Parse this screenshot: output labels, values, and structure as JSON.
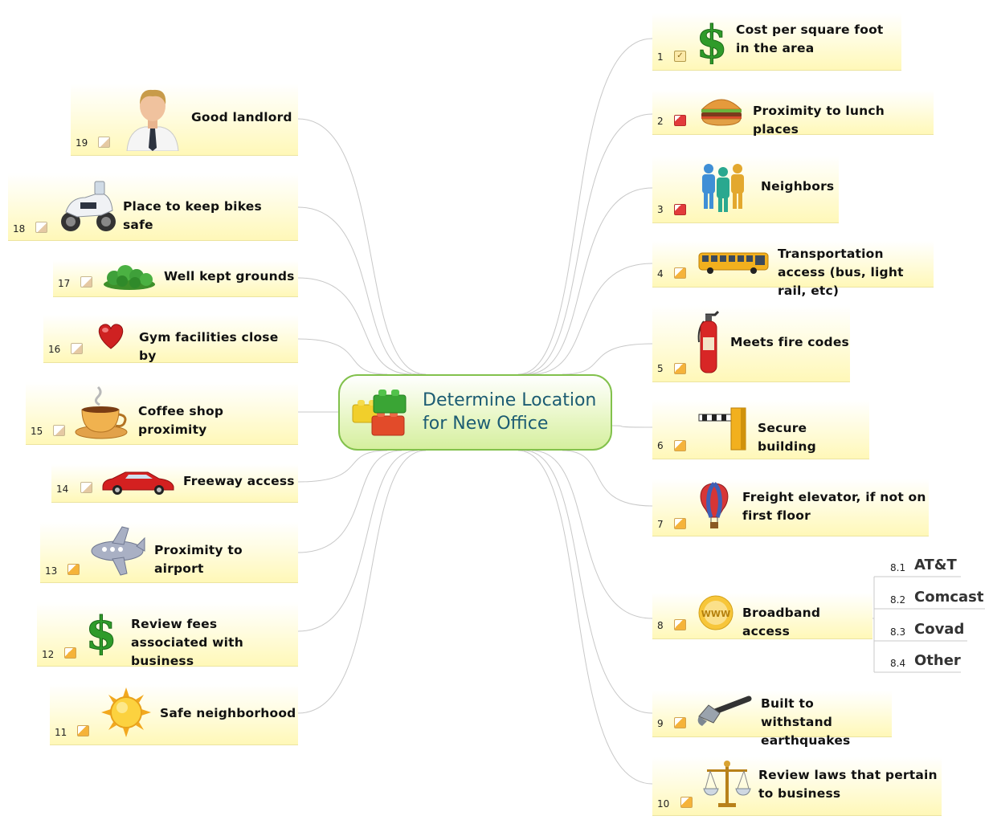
{
  "central": {
    "title": "Determine Location for New Office",
    "icon": "lego-bricks-icon"
  },
  "right_topics": [
    {
      "num": "1",
      "label": "Cost per square foot in the area",
      "icon": "dollar-icon",
      "priority": "check"
    },
    {
      "num": "2",
      "label": "Proximity to lunch places",
      "icon": "hamburger-icon",
      "priority": "red"
    },
    {
      "num": "3",
      "label": "Neighbors",
      "icon": "people-group-icon",
      "priority": "red"
    },
    {
      "num": "4",
      "label": "Transportation access (bus, light rail, etc)",
      "icon": "bus-icon",
      "priority": "orange"
    },
    {
      "num": "5",
      "label": "Meets fire codes",
      "icon": "fire-extinguisher-icon",
      "priority": "orange"
    },
    {
      "num": "6",
      "label": "Secure building",
      "icon": "barrier-gate-icon",
      "priority": "orange"
    },
    {
      "num": "7",
      "label": "Freight elevator, if not on first floor",
      "icon": "hot-air-balloon-icon",
      "priority": "orange"
    },
    {
      "num": "8",
      "label": "Broadband access",
      "icon": "www-globe-icon",
      "priority": "orange"
    },
    {
      "num": "9",
      "label": "Built to withstand earthquakes",
      "icon": "hammer-icon",
      "priority": "orange"
    },
    {
      "num": "10",
      "label": "Review laws that pertain to business",
      "icon": "scales-icon",
      "priority": "orange"
    }
  ],
  "left_topics": [
    {
      "num": "19",
      "label": "Good landlord",
      "icon": "businessman-icon",
      "priority": "light"
    },
    {
      "num": "18",
      "label": "Place to keep bikes safe",
      "icon": "motorcycle-icon",
      "priority": "light"
    },
    {
      "num": "17",
      "label": "Well kept grounds",
      "icon": "shrubs-icon",
      "priority": "light"
    },
    {
      "num": "16",
      "label": "Gym facilities close by",
      "icon": "heart-icon",
      "priority": "light"
    },
    {
      "num": "15",
      "label": "Coffee shop proximity",
      "icon": "coffee-cup-icon",
      "priority": "light"
    },
    {
      "num": "14",
      "label": "Freeway access",
      "icon": "car-icon",
      "priority": "light"
    },
    {
      "num": "13",
      "label": "Proximity to airport",
      "icon": "airplane-icon",
      "priority": "orange"
    },
    {
      "num": "12",
      "label": "Review fees associated with business",
      "icon": "dollar-icon",
      "priority": "orange"
    },
    {
      "num": "11",
      "label": "Safe neighborhood",
      "icon": "sun-icon",
      "priority": "orange"
    }
  ],
  "broadband_subtopics": [
    {
      "num": "8.1",
      "label": "AT&T"
    },
    {
      "num": "8.2",
      "label": "Comcast"
    },
    {
      "num": "8.3",
      "label": "Covad"
    },
    {
      "num": "8.4",
      "label": "Other"
    }
  ],
  "colors": {
    "central_border": "#82c14c",
    "central_text": "#1c5c73",
    "topic_fill": "#fff8b8",
    "connector": "#c8c8c8"
  }
}
